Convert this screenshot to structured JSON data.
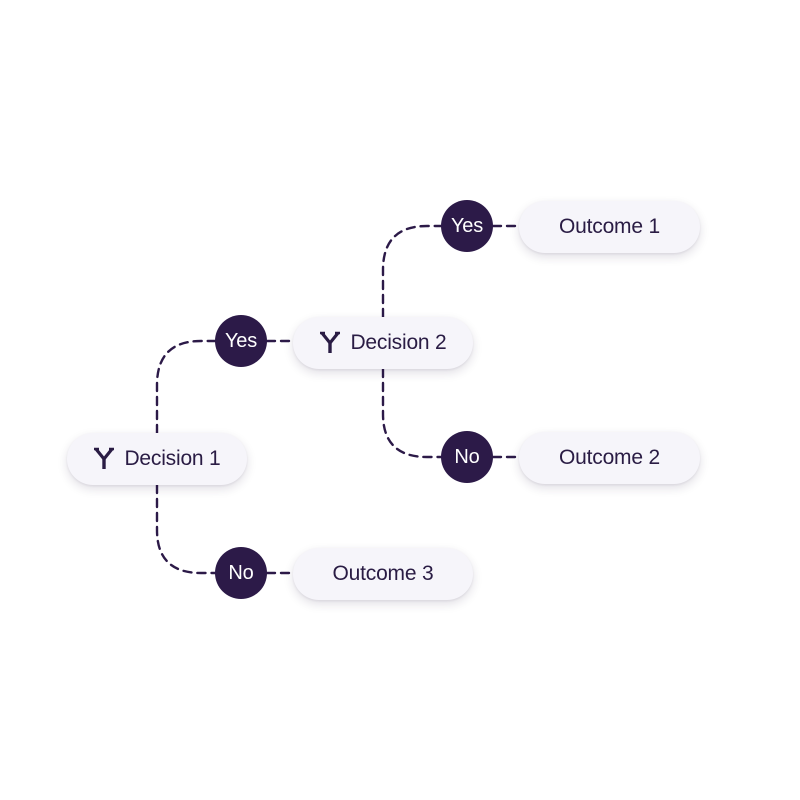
{
  "diagram": {
    "decision_1": {
      "label": "Decision 1",
      "icon": "branch-icon"
    },
    "decision_2": {
      "label": "Decision 2",
      "icon": "branch-icon"
    },
    "outcome_1": {
      "label": "Outcome 1"
    },
    "outcome_2": {
      "label": "Outcome 2"
    },
    "outcome_3": {
      "label": "Outcome 3"
    },
    "branch_yes_1": {
      "label": "Yes"
    },
    "branch_no_1": {
      "label": "No"
    },
    "branch_yes_2": {
      "label": "Yes"
    },
    "branch_no_2": {
      "label": "No"
    }
  },
  "colors": {
    "node_fill": "#f6f5fa",
    "node_text": "#2a1c44",
    "badge_fill": "#2c1a48",
    "badge_text": "#ffffff",
    "connector": "#2c1a48"
  }
}
